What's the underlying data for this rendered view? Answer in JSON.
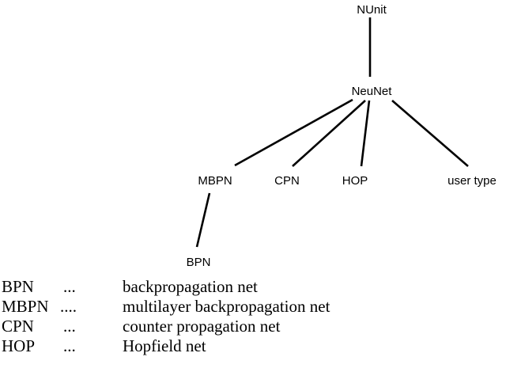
{
  "tree": {
    "nodes": [
      {
        "id": "nunit",
        "label": "NUnit"
      },
      {
        "id": "neunet",
        "label": "NeuNet"
      },
      {
        "id": "mbpn",
        "label": "MBPN"
      },
      {
        "id": "cpn",
        "label": "CPN"
      },
      {
        "id": "hop",
        "label": "HOP"
      },
      {
        "id": "user",
        "label": "user type"
      },
      {
        "id": "bpn",
        "label": "BPN"
      }
    ],
    "edges": [
      {
        "from": "nunit",
        "to": "neunet"
      },
      {
        "from": "neunet",
        "to": "mbpn"
      },
      {
        "from": "neunet",
        "to": "cpn"
      },
      {
        "from": "neunet",
        "to": "hop"
      },
      {
        "from": "neunet",
        "to": "user"
      },
      {
        "from": "mbpn",
        "to": "bpn"
      }
    ]
  },
  "legend": {
    "items": [
      {
        "abbr": "BPN",
        "sep": "...",
        "desc": "backpropagation net"
      },
      {
        "abbr": "MBPN",
        "sep": "....",
        "desc": "multilayer backpropagation net"
      },
      {
        "abbr": "CPN",
        "sep": "...",
        "desc": "counter propagation net"
      },
      {
        "abbr": "HOP",
        "sep": "...",
        "desc": "Hopfield net"
      }
    ]
  }
}
